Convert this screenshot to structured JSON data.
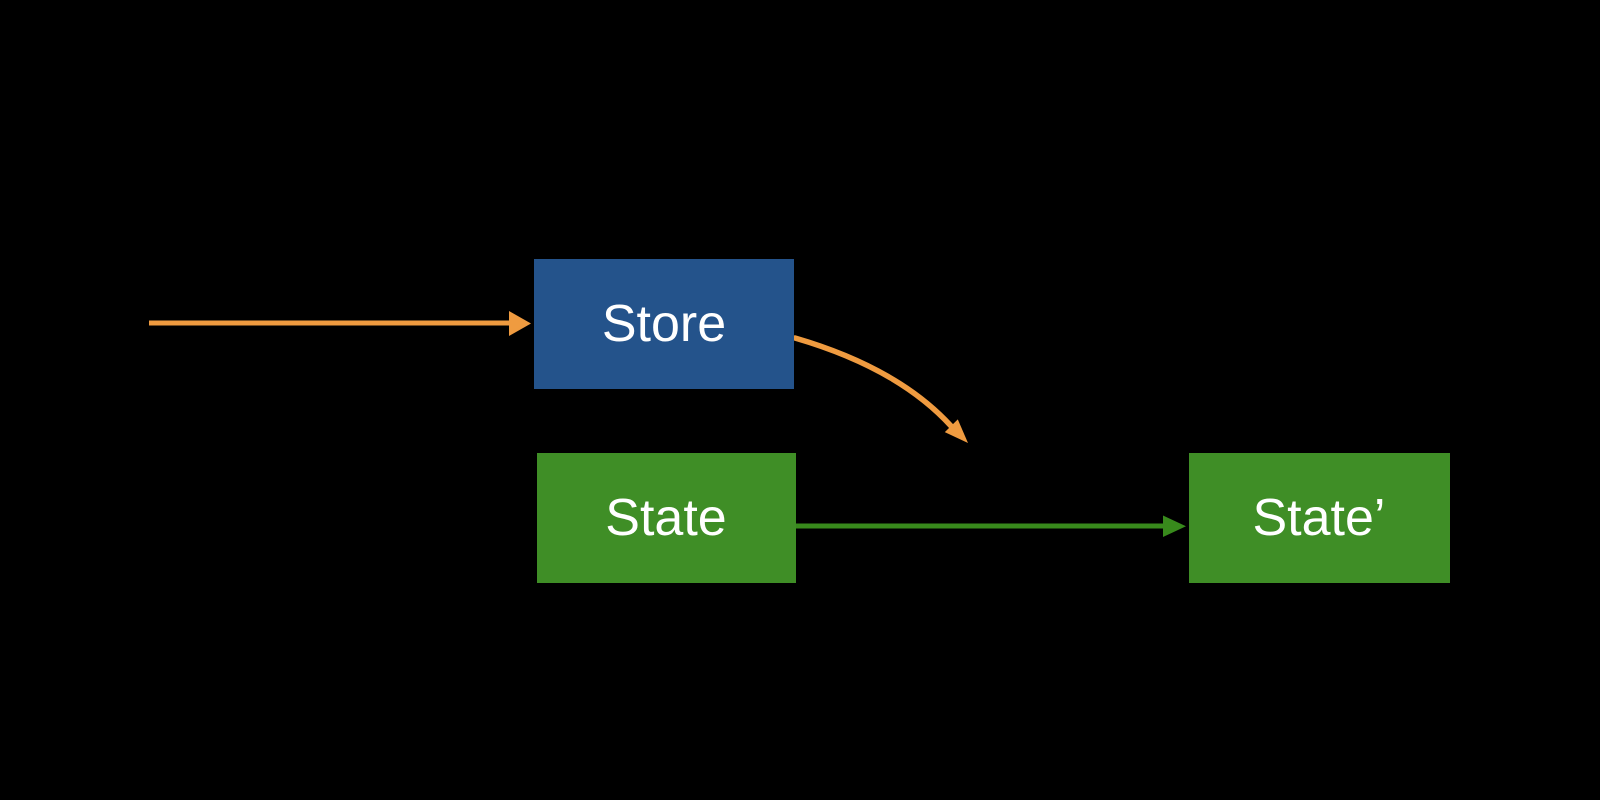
{
  "canvas": {
    "background": "#000000"
  },
  "diagram": {
    "nodes": [
      {
        "id": "store",
        "label": "Store",
        "fill": "#24538B",
        "text_color": "#FFFFFF"
      },
      {
        "id": "state",
        "label": "State",
        "fill": "#3F8E26",
        "text_color": "#FFFFFF"
      },
      {
        "id": "state_prime",
        "label": "State’",
        "fill": "#3F8E26",
        "text_color": "#FFFFFF"
      }
    ],
    "edges": [
      {
        "id": "input_to_store",
        "style": "straight",
        "color": "#EF9B40"
      },
      {
        "id": "store_to_state_prime",
        "style": "curved",
        "color": "#EF9B40"
      },
      {
        "id": "state_to_state_prime",
        "style": "straight",
        "color": "#388A1C"
      }
    ]
  }
}
